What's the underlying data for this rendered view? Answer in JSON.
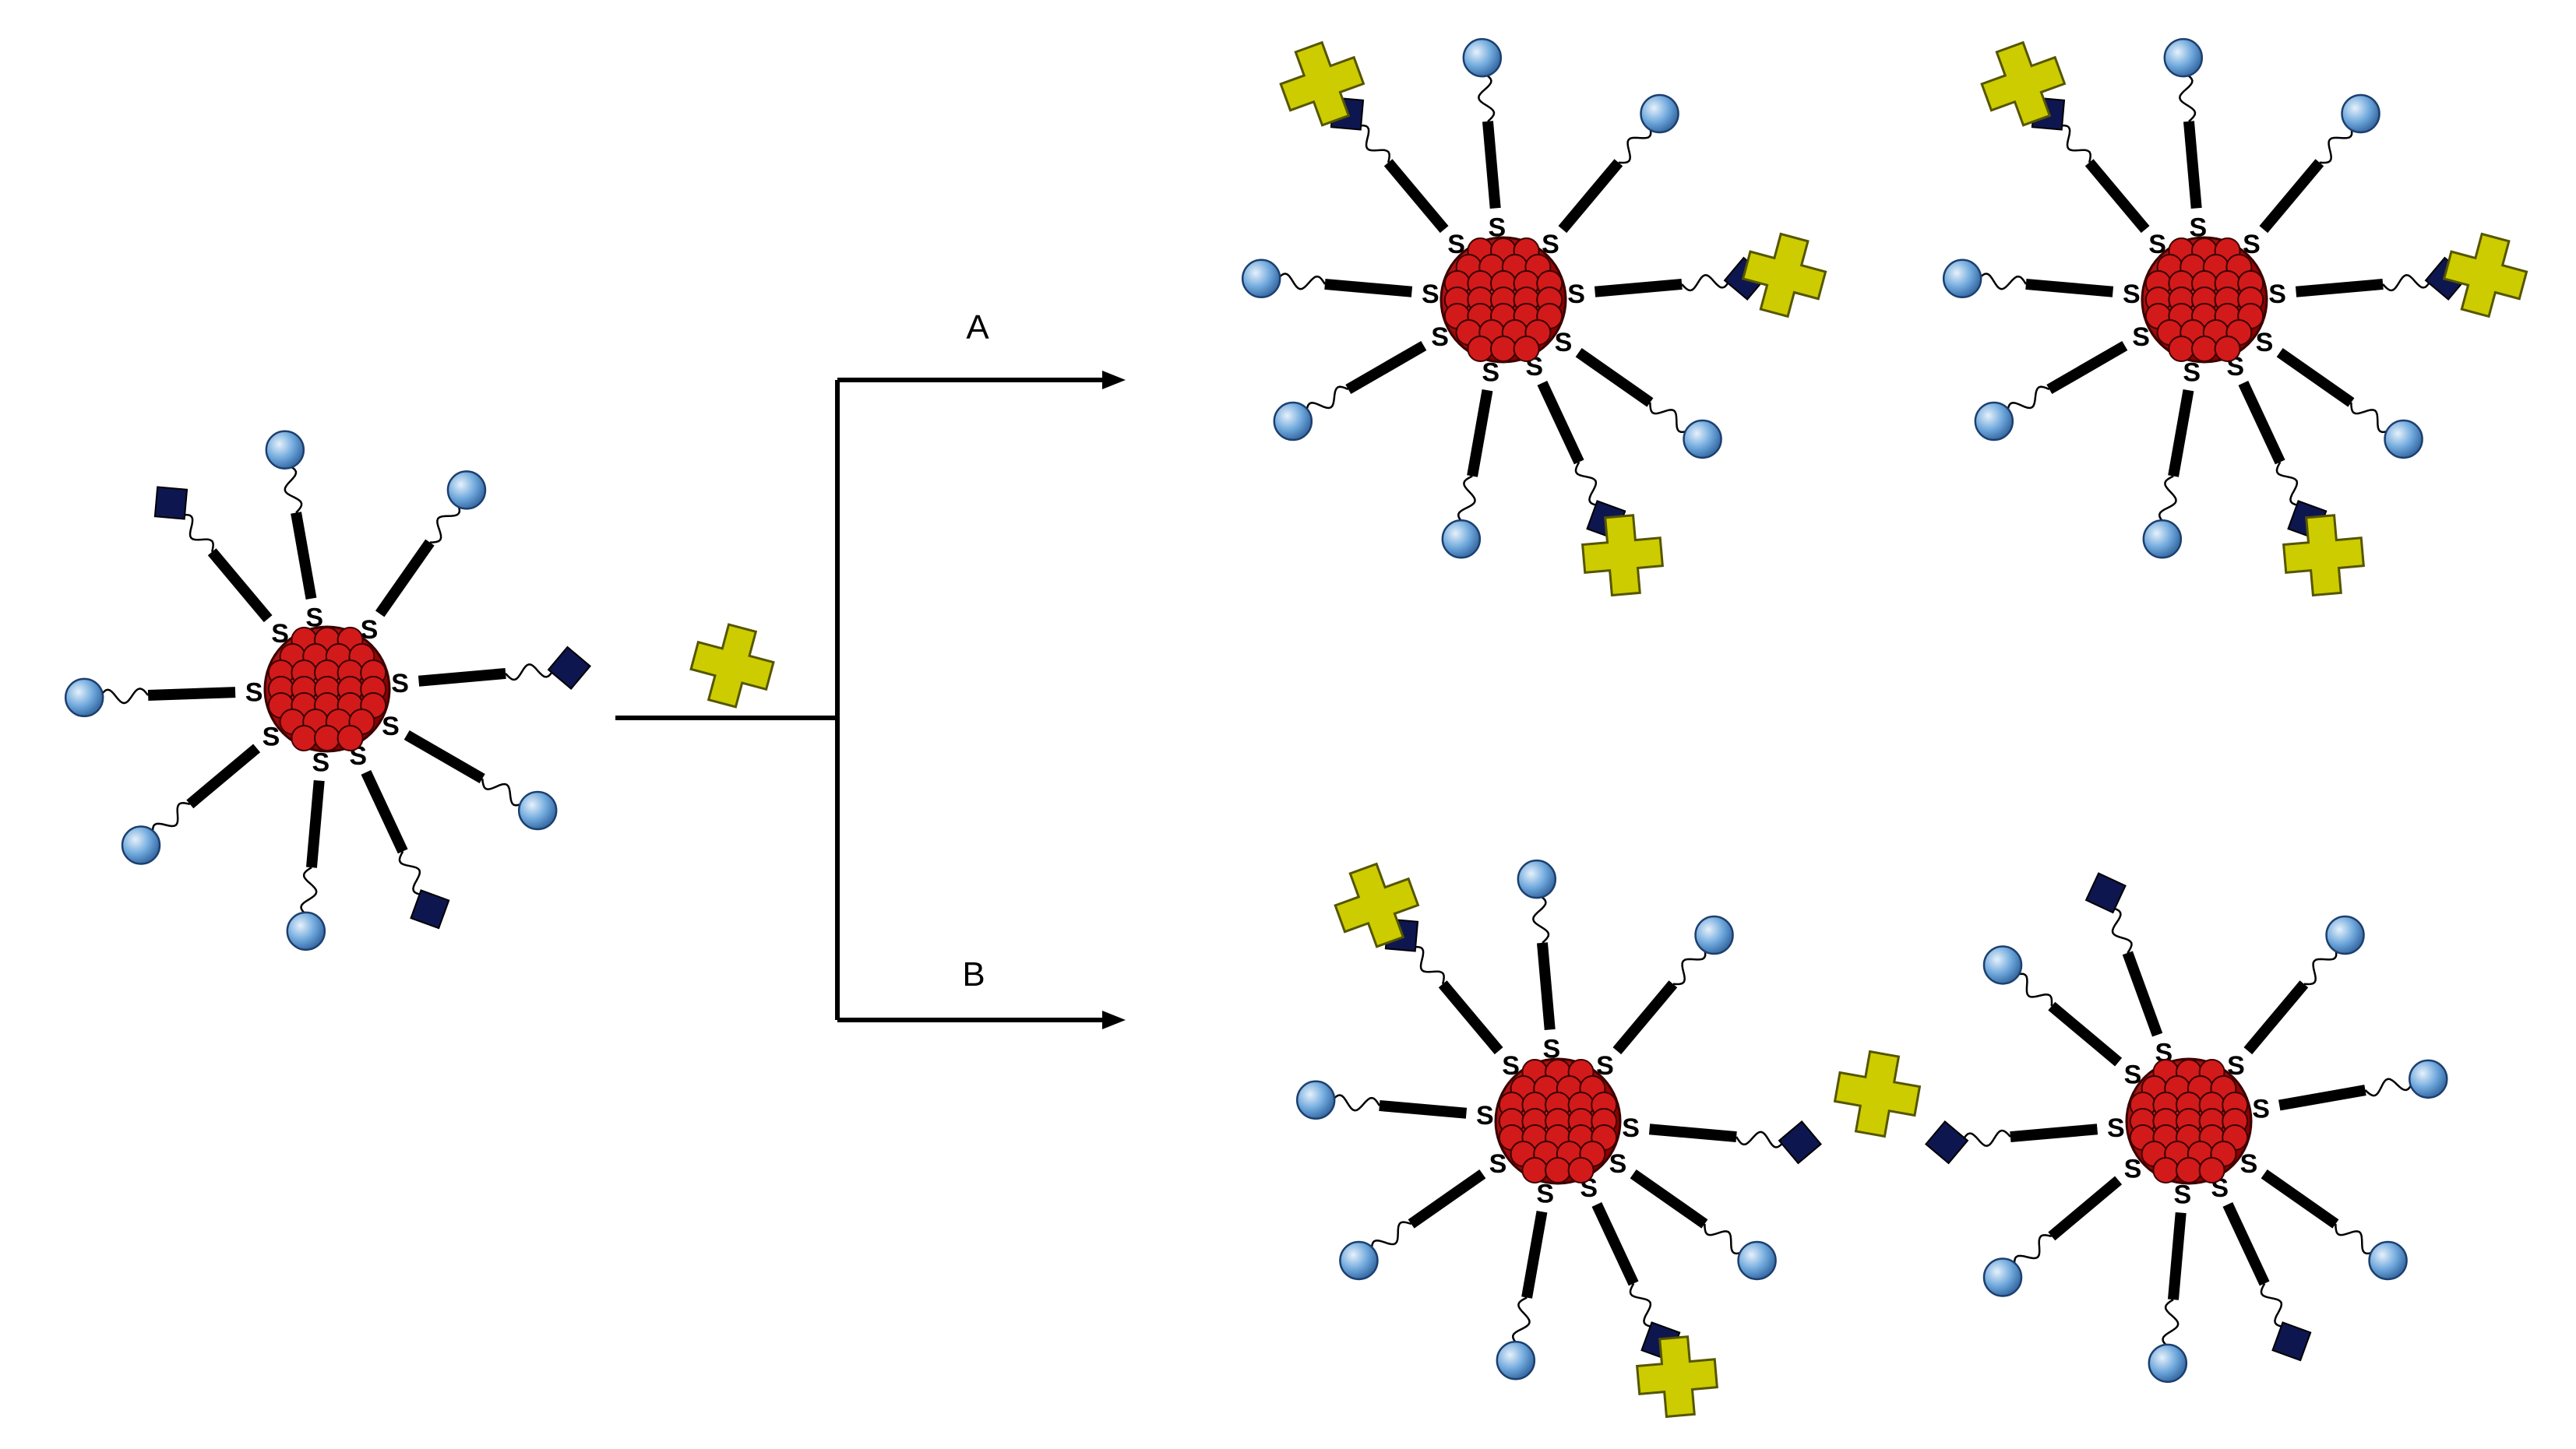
{
  "route_a_label": "A",
  "route_b_label": "B",
  "sulfur_label": "S",
  "colors": {
    "core_fill": "#b00000",
    "core_stroke": "#3a0000",
    "core_inner": "#d21a1a",
    "linker": "#000000",
    "terminal_end": "#6fa8dc",
    "terminal_end_stroke": "#1c3f6e",
    "ligand": "#0e1650",
    "analyte": "#cccc00",
    "analyte_stroke": "#555500"
  },
  "legend_icons": {
    "nanoparticle": "gold-nanoparticle-core-icon",
    "thiol": "sulfur-anchor",
    "end_group": "blue-sphere-end-group-icon",
    "ligand": "navy-diamond-ligand-icon",
    "analyte": "yellow-cross-analyte-icon"
  },
  "structures": {
    "start": "unbound functionalized nanoparticle",
    "product_a": "analyte bound to ligands on separate nanoparticles",
    "product_b": "analyte bridging two nanoparticles"
  }
}
